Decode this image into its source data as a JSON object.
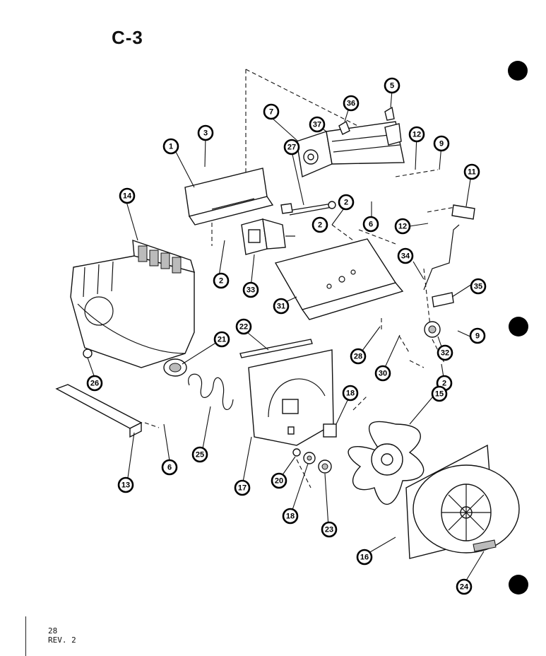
{
  "page": {
    "title": "C-3",
    "page_number": "28",
    "revision": "REV. 2"
  },
  "callouts": [
    {
      "label": "1"
    },
    {
      "label": "2"
    },
    {
      "label": "2"
    },
    {
      "label": "2"
    },
    {
      "label": "2"
    },
    {
      "label": "3"
    },
    {
      "label": "5"
    },
    {
      "label": "6"
    },
    {
      "label": "6"
    },
    {
      "label": "7"
    },
    {
      "label": "9"
    },
    {
      "label": "9"
    },
    {
      "label": "11"
    },
    {
      "label": "12"
    },
    {
      "label": "12"
    },
    {
      "label": "13"
    },
    {
      "label": "14"
    },
    {
      "label": "15"
    },
    {
      "label": "16"
    },
    {
      "label": "17"
    },
    {
      "label": "18"
    },
    {
      "label": "18"
    },
    {
      "label": "20"
    },
    {
      "label": "21"
    },
    {
      "label": "22"
    },
    {
      "label": "23"
    },
    {
      "label": "24"
    },
    {
      "label": "25"
    },
    {
      "label": "26"
    },
    {
      "label": "27"
    },
    {
      "label": "28"
    },
    {
      "label": "30"
    },
    {
      "label": "31"
    },
    {
      "label": "32"
    },
    {
      "label": "33"
    },
    {
      "label": "34"
    },
    {
      "label": "35"
    },
    {
      "label": "36"
    },
    {
      "label": "37"
    }
  ]
}
